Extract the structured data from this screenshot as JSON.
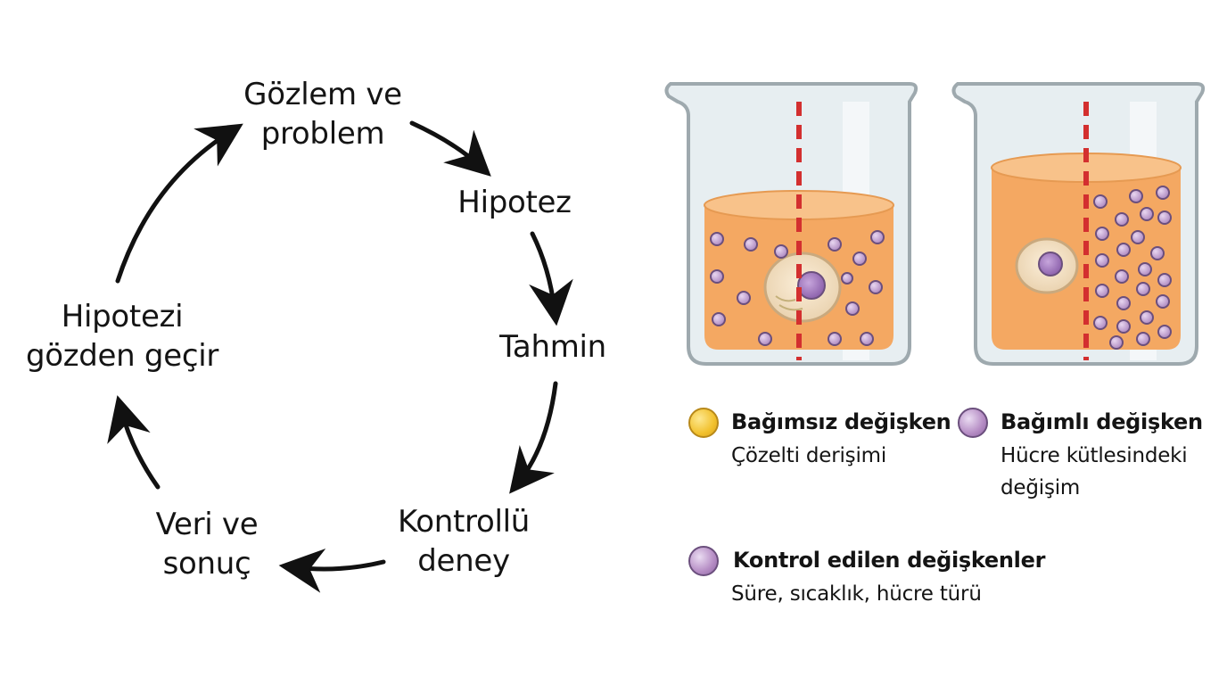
{
  "cycle": {
    "steps": [
      {
        "lines": [
          "Gözlem ve",
          "problem"
        ]
      },
      {
        "lines": [
          "Hipotez"
        ]
      },
      {
        "lines": [
          "Tahmin"
        ]
      },
      {
        "lines": [
          "Kontrollü",
          "deney"
        ]
      },
      {
        "lines": [
          "Veri ve",
          "sonuç"
        ]
      },
      {
        "lines": [
          "Hipotezi",
          "gözden geçir"
        ]
      }
    ]
  },
  "legend": {
    "independent": {
      "title": "Bağımsız değişken",
      "desc": "Çözelti derişimi",
      "color": "#f2c12e"
    },
    "dependent": {
      "title": "Bağımlı değişken",
      "desc_line1": "Hücre kütlesindeki",
      "desc_line2": "değişim",
      "color": "#b58cc4"
    },
    "controlled": {
      "title": "Kontrol edilen değişkenler",
      "desc": "Süre, sıcaklık, hücre türü",
      "color": "#b58cc4"
    }
  },
  "colors": {
    "liquid": "#f4a862",
    "liquid_top": "#f7bd7e",
    "beaker_glass": "#e4ebee",
    "beaker_rim": "#9ca7ad",
    "divider": "#d32f2f",
    "particle": "#c9a6d8",
    "particle_stroke": "#6b4f7d"
  }
}
